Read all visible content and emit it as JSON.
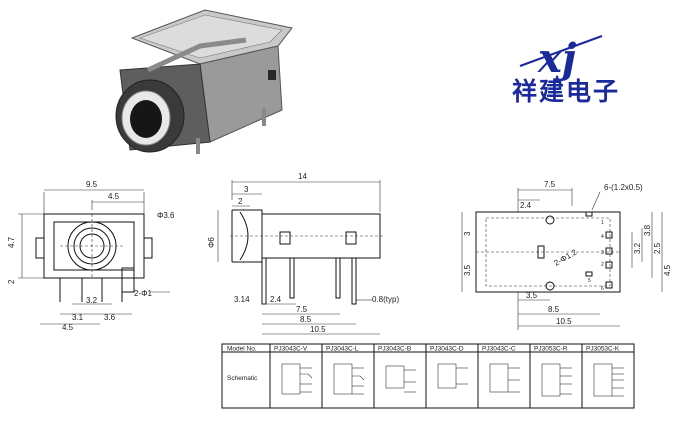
{
  "logo": {
    "letters": "xj",
    "company_name": "祥建电子"
  },
  "front_view": {
    "d_width": "9.5",
    "d_inner": "4.5",
    "d_height": "4.7",
    "d_pin": "2",
    "d_jack": "Φ3.6",
    "d_pinhole": "2-Φ1",
    "d_a": "3.2",
    "d_b": "3.1",
    "d_c": "3.6",
    "d_d": "4.5"
  },
  "side_view": {
    "d_length": "14",
    "d_3": "3",
    "d_2": "2",
    "d_diam": "Φ6",
    "d_314": "3.14",
    "d_24": "2.4",
    "d_75": "7.5",
    "d_85": "8.5",
    "d_105": "10.5",
    "d_typ": "0.8(typ)"
  },
  "bottom_view": {
    "d_75": "7.5",
    "d_holes": "6-(1.2x0.5)",
    "d_24": "2.4",
    "d_3": "3",
    "d_35v": "3.5",
    "d_phi12": "2-Φ1.2",
    "d_35h": "3.5",
    "d_85": "8.5",
    "d_105": "10.5",
    "d_32": "3.2",
    "d_38": "3.8",
    "d_25": "2.5",
    "d_45": "4.5",
    "pins": [
      "1",
      "4",
      "3",
      "2",
      "5",
      "6"
    ]
  },
  "table": {
    "header_label": "Model No.",
    "row_label": "Schematic",
    "models": [
      "PJ3043C-V",
      "PJ3043C-L",
      "PJ3043C-B",
      "PJ3043C-D",
      "PJ3043C-C",
      "PJ3053C-R",
      "PJ3053C-K"
    ]
  }
}
